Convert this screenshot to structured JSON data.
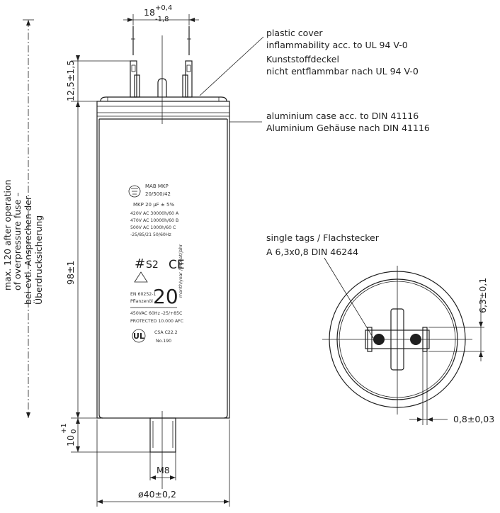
{
  "dimensions": {
    "terminal_spacing_nominal": "18",
    "terminal_spacing_upper": "+0,4",
    "terminal_spacing_lower": "-1,8",
    "tab_height": "12,5±1,5",
    "body_height": "98±1",
    "stud_length_nominal": "10",
    "stud_length_upper": "+1",
    "stud_length_lower": "0",
    "stud_thread": "M8",
    "diameter": "ø40±0,2",
    "tab_width": "6,3±0,1",
    "tab_thickness": "0,8±0,03"
  },
  "notes": {
    "cover": [
      "plastic cover",
      "inflammability acc. to UL 94 V-0",
      "Kunststoffdeckel",
      "nicht entflammbar nach UL 94 V-0"
    ],
    "case": [
      "aluminium case acc. to  DIN 41116",
      "Aluminium Gehäuse nach DIN 41116"
    ],
    "tags": [
      "single tags / Flachstecker",
      "A 6,3x0,8 DIN 46244"
    ],
    "expansion": [
      "max. 120 after operation",
      "of overpressure fuse –",
      "bei evtl. Ansprechen der",
      "Überdrucksicherung"
    ]
  },
  "label": {
    "brand": "MAB MKP",
    "rating": "20/500/42",
    "capacitance": "MKP 20 µF ± 5%",
    "lines": [
      "420V AC 30000h/60 A",
      "470V AC 10000h/60 B",
      "500V AC 1000h/60 C",
      "-25/85/21 50/60Hz"
    ],
    "class_mark": "S2",
    "ce_mark": "CE",
    "standard": "EN 60252-1",
    "standard_type": "Pflanzenöl",
    "big_value": "20",
    "side_text": "month/year / Monat/Jahr",
    "ac_line": "450VAC 60Hz -25/+85C",
    "protected": "PROTECTED 10.000 AFC",
    "csa": "CSA C22.2",
    "csa_no": "No.190",
    "ul_mark": "UL"
  }
}
